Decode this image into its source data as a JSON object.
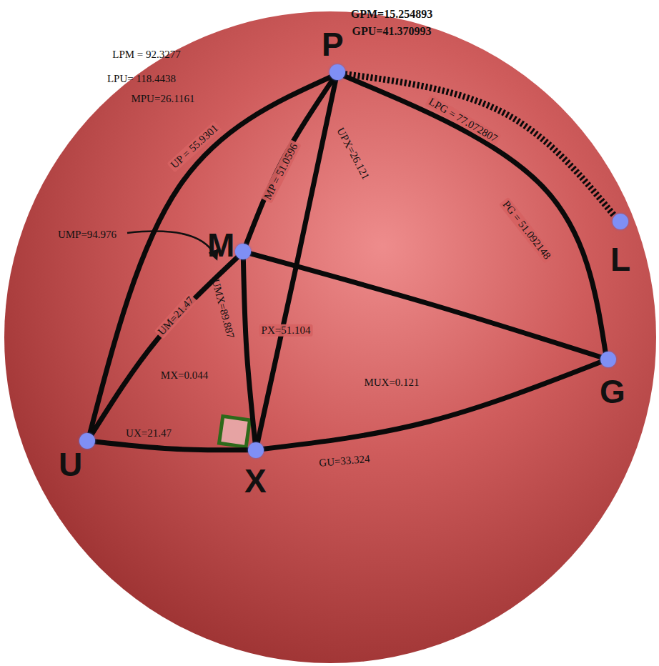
{
  "diagram": {
    "nodes": [
      {
        "text": [
          "P"
        ]
      },
      {
        "text": [
          "M"
        ]
      },
      {
        "text": [
          "L"
        ]
      },
      {
        "text": [
          "G"
        ]
      },
      {
        "text": [
          "U"
        ]
      },
      {
        "text": [
          "X"
        ]
      }
    ],
    "edges": [
      {
        "from": 4,
        "to": 0,
        "arrow": "none",
        "label": "UP = 55.9301"
      },
      {
        "from": 0,
        "to": 1,
        "arrow": "none",
        "label": "MP = 51.0596"
      },
      {
        "from": 0,
        "to": 5,
        "arrow": "none",
        "label": "PX=51.104"
      },
      {
        "from": 0,
        "to": 3,
        "arrow": "none",
        "label": "PG = 51.092148"
      },
      {
        "from": 0,
        "to": 2,
        "arrow": "none"
      },
      {
        "from": 4,
        "to": 1,
        "arrow": "none",
        "label": "UM=21.47"
      },
      {
        "from": 1,
        "to": 5,
        "arrow": "none",
        "label": "MX=0.044"
      },
      {
        "from": 1,
        "to": 3,
        "arrow": "none"
      },
      {
        "from": 4,
        "to": 5,
        "arrow": "none",
        "label": "UX=21.47"
      },
      {
        "from": 5,
        "to": 3,
        "arrow": "none",
        "label": "GU=33.324"
      }
    ],
    "labels": [
      "GPM=15.254893",
      "GPU=41.370993",
      "LPM = 92.3277",
      "LPU= 118.4438",
      "MPU=26.1161",
      "UPX=26.121",
      "LPG = 77.072807",
      "UMP=94.976",
      "UMX=89.887",
      "MUX=0.121"
    ]
  }
}
